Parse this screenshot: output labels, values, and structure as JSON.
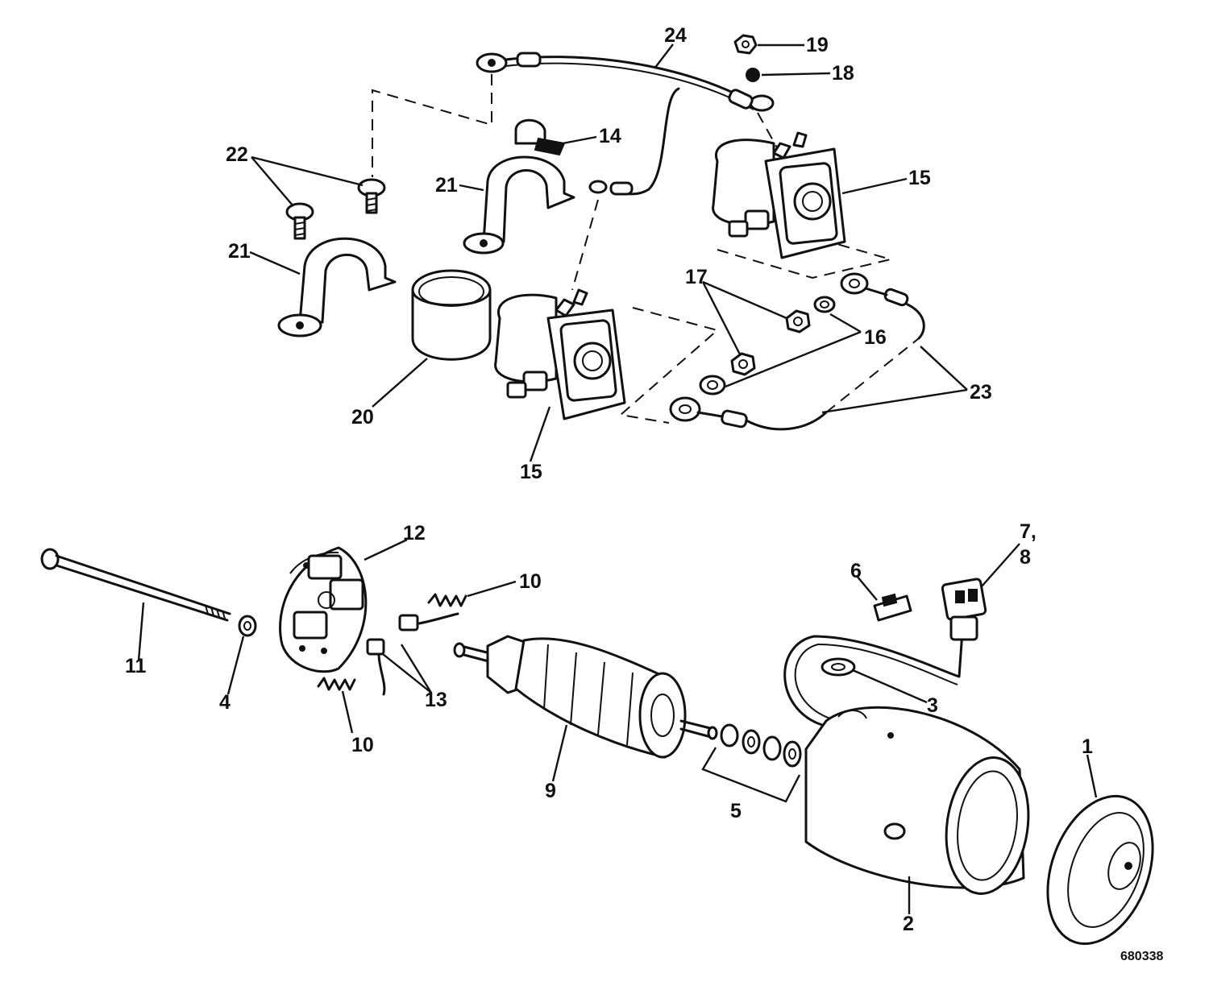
{
  "callouts": {
    "c1": "1",
    "c2": "2",
    "c3": "3",
    "c4": "4",
    "c5": "5",
    "c6": "6",
    "c7": "7,",
    "c8": "8",
    "c9": "9",
    "c10a": "10",
    "c10b": "10",
    "c11": "11",
    "c12": "12",
    "c13": "13",
    "c14": "14",
    "c15a": "15",
    "c15b": "15",
    "c16": "16",
    "c17": "17",
    "c18": "18",
    "c19": "19",
    "c20": "20",
    "c21a": "21",
    "c21b": "21",
    "c22": "22",
    "c23": "23",
    "c24": "24"
  },
  "figure_number": "680338"
}
